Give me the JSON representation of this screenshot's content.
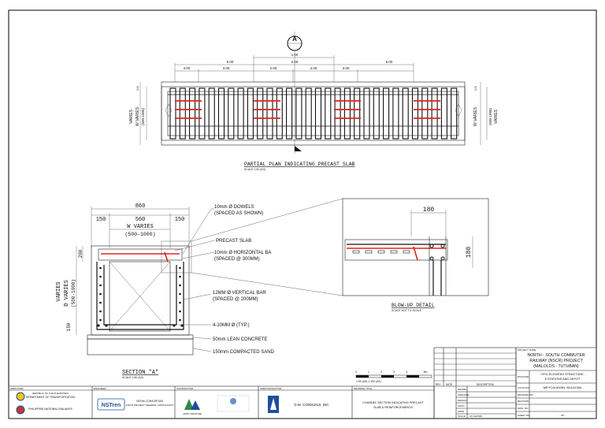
{
  "plan": {
    "section_marker": "A",
    "dims_top": [
      "3.00",
      "5.00",
      "5.00",
      "2.00",
      "2.00",
      "2.00",
      "4.00",
      "3.00",
      "1.00"
    ],
    "side_left": [
      "VARIES",
      "W VARIES",
      "(500-1000)",
      "0.6"
    ],
    "side_right": [
      "VARIES",
      "W VARIES",
      "(500-1000)",
      "0.6"
    ],
    "title": "PARTIAL PLAN INDICATING PRECAST SLAB",
    "scale": "SCALE   1:50 (A3)"
  },
  "section": {
    "dim_overall": "860",
    "dim_left": "150",
    "dim_mid": "560",
    "dim_right": "150",
    "w_varies": "W VARIES",
    "w_range": "(500-1000)",
    "d_varies": "VARIES",
    "d_label": "D VARIES",
    "d_range": "(500-1000)",
    "slab_dim": "200",
    "bot_dim": "150",
    "notes": [
      "10mm Ø DOWELS",
      "(SPACED AS SHOWN)",
      "PRECAST SLAB",
      "10mm Ø HORIZONTAL BA",
      "(SPACED @ 300MM)",
      "12MM Ø VERTICAL BAR",
      "(SPACED @ 200MM)",
      "4-10MM Ø (TYP.)",
      "50mm LEAN CONCRETE",
      "150mm COMPACTED SAND"
    ],
    "title": "SECTION \"A\"",
    "scale": "SCALE   1:50 (A3)"
  },
  "blowup": {
    "dim_top": "180",
    "dim_right": "180",
    "title": "BLOW-UP DETAIL",
    "scale": "SCALE   NOT TO SCALE"
  },
  "scalebar": {
    "ticks": [
      "0",
      "1",
      "2",
      "3",
      "4",
      "5m"
    ],
    "label": "1:50 (A3)  1:100 (A1)"
  },
  "titleblock": {
    "project_name_hdr": "PROJECT NAME",
    "project_name": [
      "NORTH - SOUTH COMMUTER",
      "RAILWAY (NSCR) PROJECT",
      "(MALOLOS - TUTUBAN)"
    ],
    "package_hdr": "PACKAGE",
    "package": [
      "CP01 ELEVATED STRUCTURE,",
      "6 STATIONS AND DEPOT"
    ],
    "location_hdr": "LOCATION",
    "location": "MEYCAUAYAN, BULACAN",
    "drawing_no_hdr": "DRAWING NO.",
    "revision_hdr": "REVISION",
    "dwg_no_hdr": "DWG. NO.",
    "sheet_no_hdr": "SHEET NO.",
    "sheet_no": "- of -",
    "rev_hdr": [
      "REV",
      "DATE",
      "DESCRIPTION"
    ],
    "signers": [
      "DRAWN",
      "CHECKED",
      "DESIGN",
      "CHKD",
      "APPD"
    ],
    "scale_hdr": "SCALE",
    "scale_val": "AS SHOWN",
    "employer_hdr": "EMPLOYER",
    "employer_lines": [
      "REPUBLIC OF THE PHILIPPINES",
      "DEPARTMENT OF TRANSPORTATION"
    ],
    "pnr": "PHILIPPINE NATIONAL RAILWAYS",
    "engineer_hdr": "ENGINEER",
    "engineer": "NSTren",
    "engineer_sub": [
      "NSTren CONSORTIUM",
      "(NSCR PROJECT GENERAL CONSULTANT)"
    ],
    "contractor_hdr": "CONTRACTOR",
    "contractor_sub": "JOINT VENTURE",
    "subcontractor_hdr": "SUBCONTRACTOR",
    "subcontractor": "D.M. CONSUNJI, INC.",
    "drawing_title_hdr": "DRAWING TITLE",
    "drawing_title": [
      "CHANNEL SECTION INDICATING PRECAST",
      "SLAB & REINFORCEMENTS"
    ]
  }
}
